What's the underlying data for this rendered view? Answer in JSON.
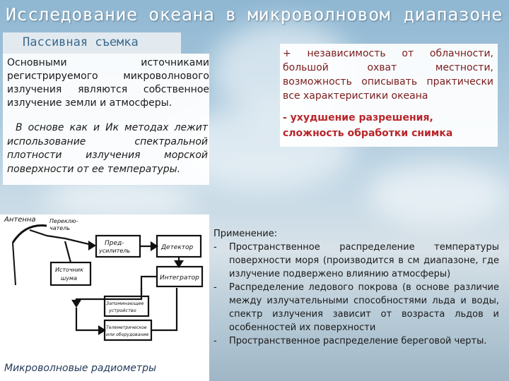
{
  "title": {
    "part1": "Исследование океана в микроволновом",
    "part2": "диапазоне"
  },
  "tab": {
    "label": "Пассивная съемка"
  },
  "left": {
    "p1": "Основными источниками регистрируемого микроволнового излучения являются собственное излучение земли и атмосферы.",
    "p2": "В основе как и Ик методах лежит использование спектральной плотности излучения морской поверхности от ее температуры."
  },
  "right": {
    "plus": "+ независимость от облачности, большой охват местности, возможность описывать практически все характеристики океана",
    "minus": "- ухудшение разрешения, сложность обработки снимка"
  },
  "application": {
    "title": "Применение:",
    "items": [
      {
        "dash": "-",
        "text": "Пространственное распределение температуры поверхности моря (производится в см диапазоне, где излучение подвержено влиянию атмосферы)"
      },
      {
        "dash": "-",
        "text": "Распределение ледового покрова (в основе различие между излучательными способностями льда и воды, спектр излучения зависит от возраста льдов и особенностей их поверхности"
      },
      {
        "dash": "-",
        "text": "Пространственное распределение береговой черты."
      }
    ]
  },
  "diagram": {
    "caption": "Микроволновые радиометры",
    "labels": {
      "antenna": "Антенна",
      "switch_l1": "Переклю-",
      "switch_l2": "чатель",
      "preamp_l1": "Пред-",
      "preamp_l2": "усилитель",
      "detector": "Детектор",
      "noise_l1": "Источник",
      "noise_l2": "шума",
      "integrator": "Интегратор",
      "recorder_l1": "Запоминающее",
      "recorder_l2": "устройство",
      "telemetry_l1": "Телеметрическое",
      "telemetry_l2": "или оборудование"
    }
  }
}
